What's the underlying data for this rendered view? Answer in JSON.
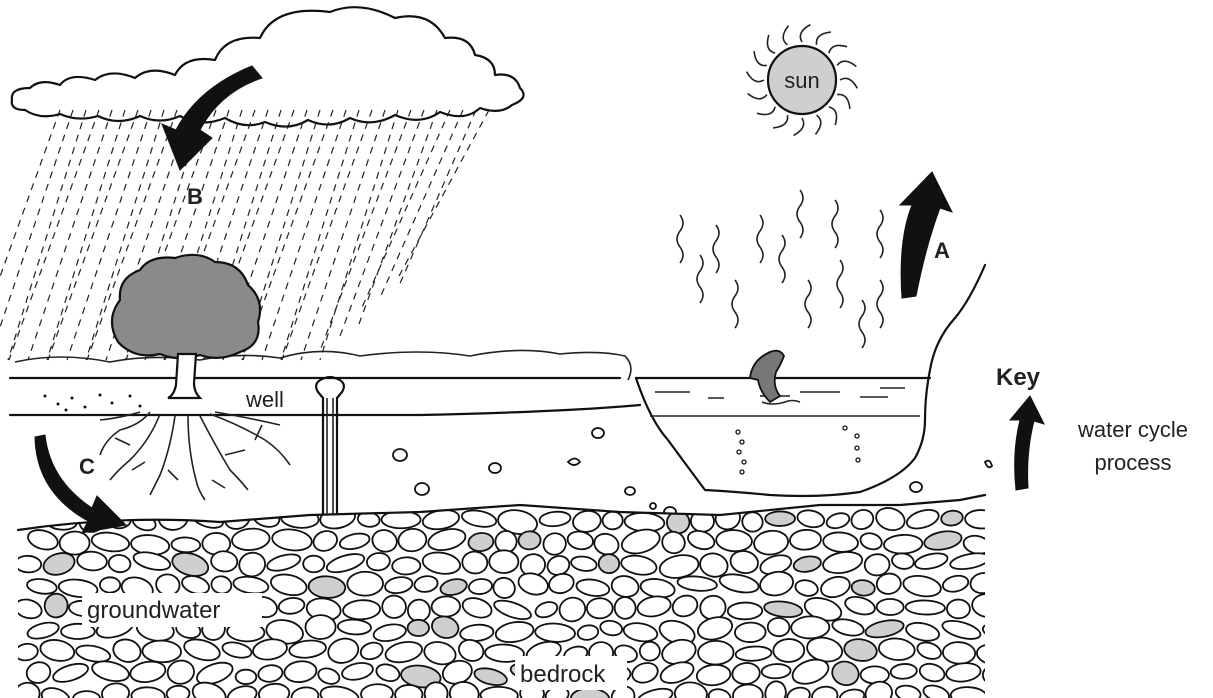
{
  "labels": {
    "sun": "sun",
    "a": "A",
    "b": "B",
    "c": "C",
    "well": "well",
    "groundwater": "groundwater",
    "bedrock": "bedrock",
    "key_title": "Key",
    "key_text_line1": "water cycle",
    "key_text_line2": "process"
  },
  "colors": {
    "ink": "#111111",
    "tree_fill": "#8a8a8a",
    "sun_fill": "#cfcfcf",
    "rock_shade": "#cfcfcf"
  },
  "icons": {
    "arrow": "curved-arrow-icon",
    "fish": "fish-icon",
    "sun": "sun-icon",
    "tree": "tree-icon",
    "cloud": "cloud-icon"
  }
}
